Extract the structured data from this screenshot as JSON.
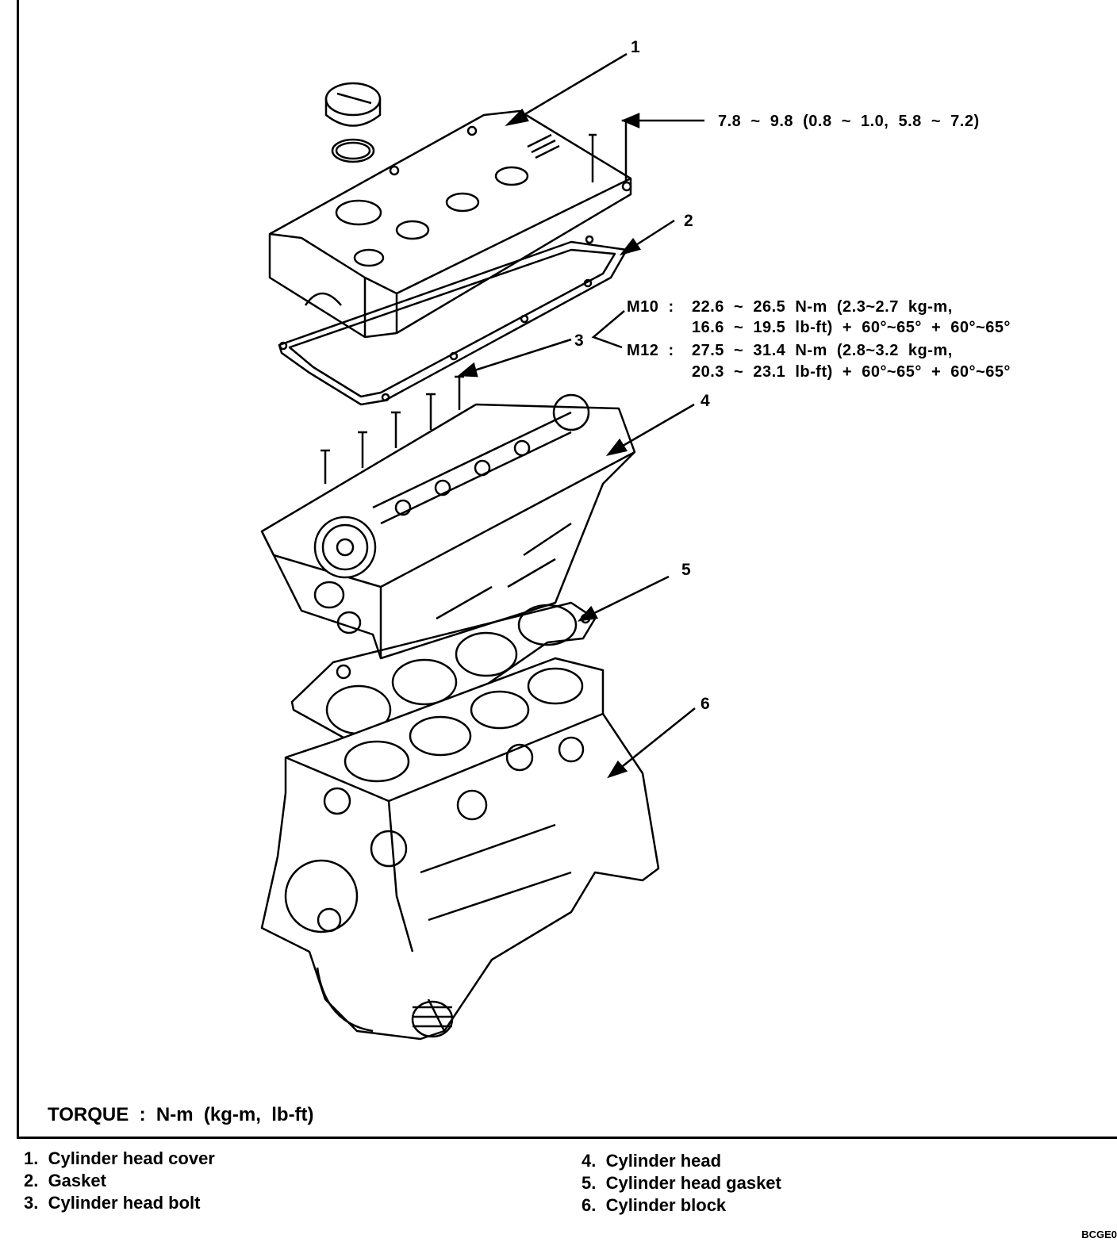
{
  "callouts": {
    "c1": "1",
    "c2": "2",
    "c3": "3",
    "c4": "4",
    "c5": "5",
    "c6": "6"
  },
  "specs": {
    "cover_bolt": "7.8  ~  9.8  (0.8  ~  1.0,  5.8  ~  7.2)",
    "m10_label": "M10  :",
    "m10_line1": "22.6  ~  26.5  N-m  (2.3~2.7  kg-m,",
    "m10_line2": "16.6  ~  19.5  lb-ft)  +  60°~65°  +  60°~65°",
    "m12_label": "M12  :",
    "m12_line1": "27.5  ~  31.4  N-m  (2.8~3.2  kg-m,",
    "m12_line2": "20.3  ~  23.1  lb-ft)  +  60°~65°  +  60°~65°"
  },
  "torque_unit": "TORQUE  :  N-m  (kg-m,  lb-ft)",
  "legend": {
    "left": [
      "1.  Cylinder head cover",
      "2.  Gasket",
      "3.  Cylinder head bolt"
    ],
    "right": [
      "4.  Cylinder head",
      "5.  Cylinder head gasket",
      "6.  Cylinder block"
    ]
  },
  "figure_code": "BCGE0"
}
